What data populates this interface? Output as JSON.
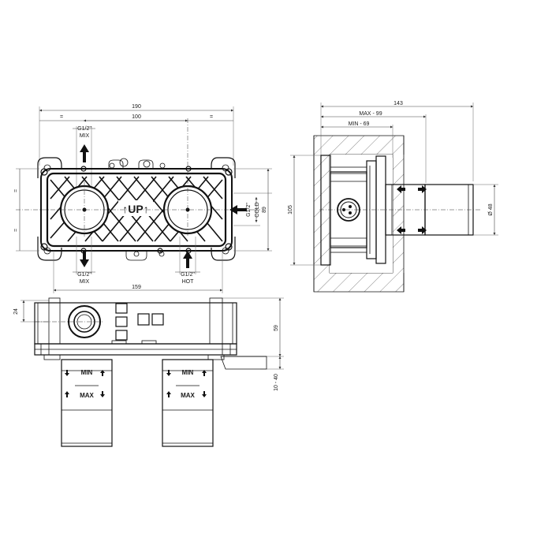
{
  "front_view": {
    "width_overall": "190",
    "width_inlets": "100",
    "width_bottom": "159",
    "height_cold": "89",
    "mix_top_thread": "G1/2\"",
    "mix_top_label": "MIX",
    "mix_bottom_thread": "G1/2\"",
    "mix_bottom_label": "MIX",
    "hot_thread": "G1/2\"",
    "hot_label": "HOT",
    "cold_thread": "G1/2\"",
    "cold_label": "COLD",
    "up_label": "↑UP↑",
    "tick_mark": "="
  },
  "side_view": {
    "depth_total": "143",
    "depth_max": "MAX - 99",
    "depth_min": "MIN - 69",
    "height": "105",
    "diameter": "Ø 48"
  },
  "top_view": {
    "height_total": "59",
    "height_offset": "24",
    "range": "10 - 40",
    "min_label": "MIN",
    "max_label": "MAX"
  }
}
